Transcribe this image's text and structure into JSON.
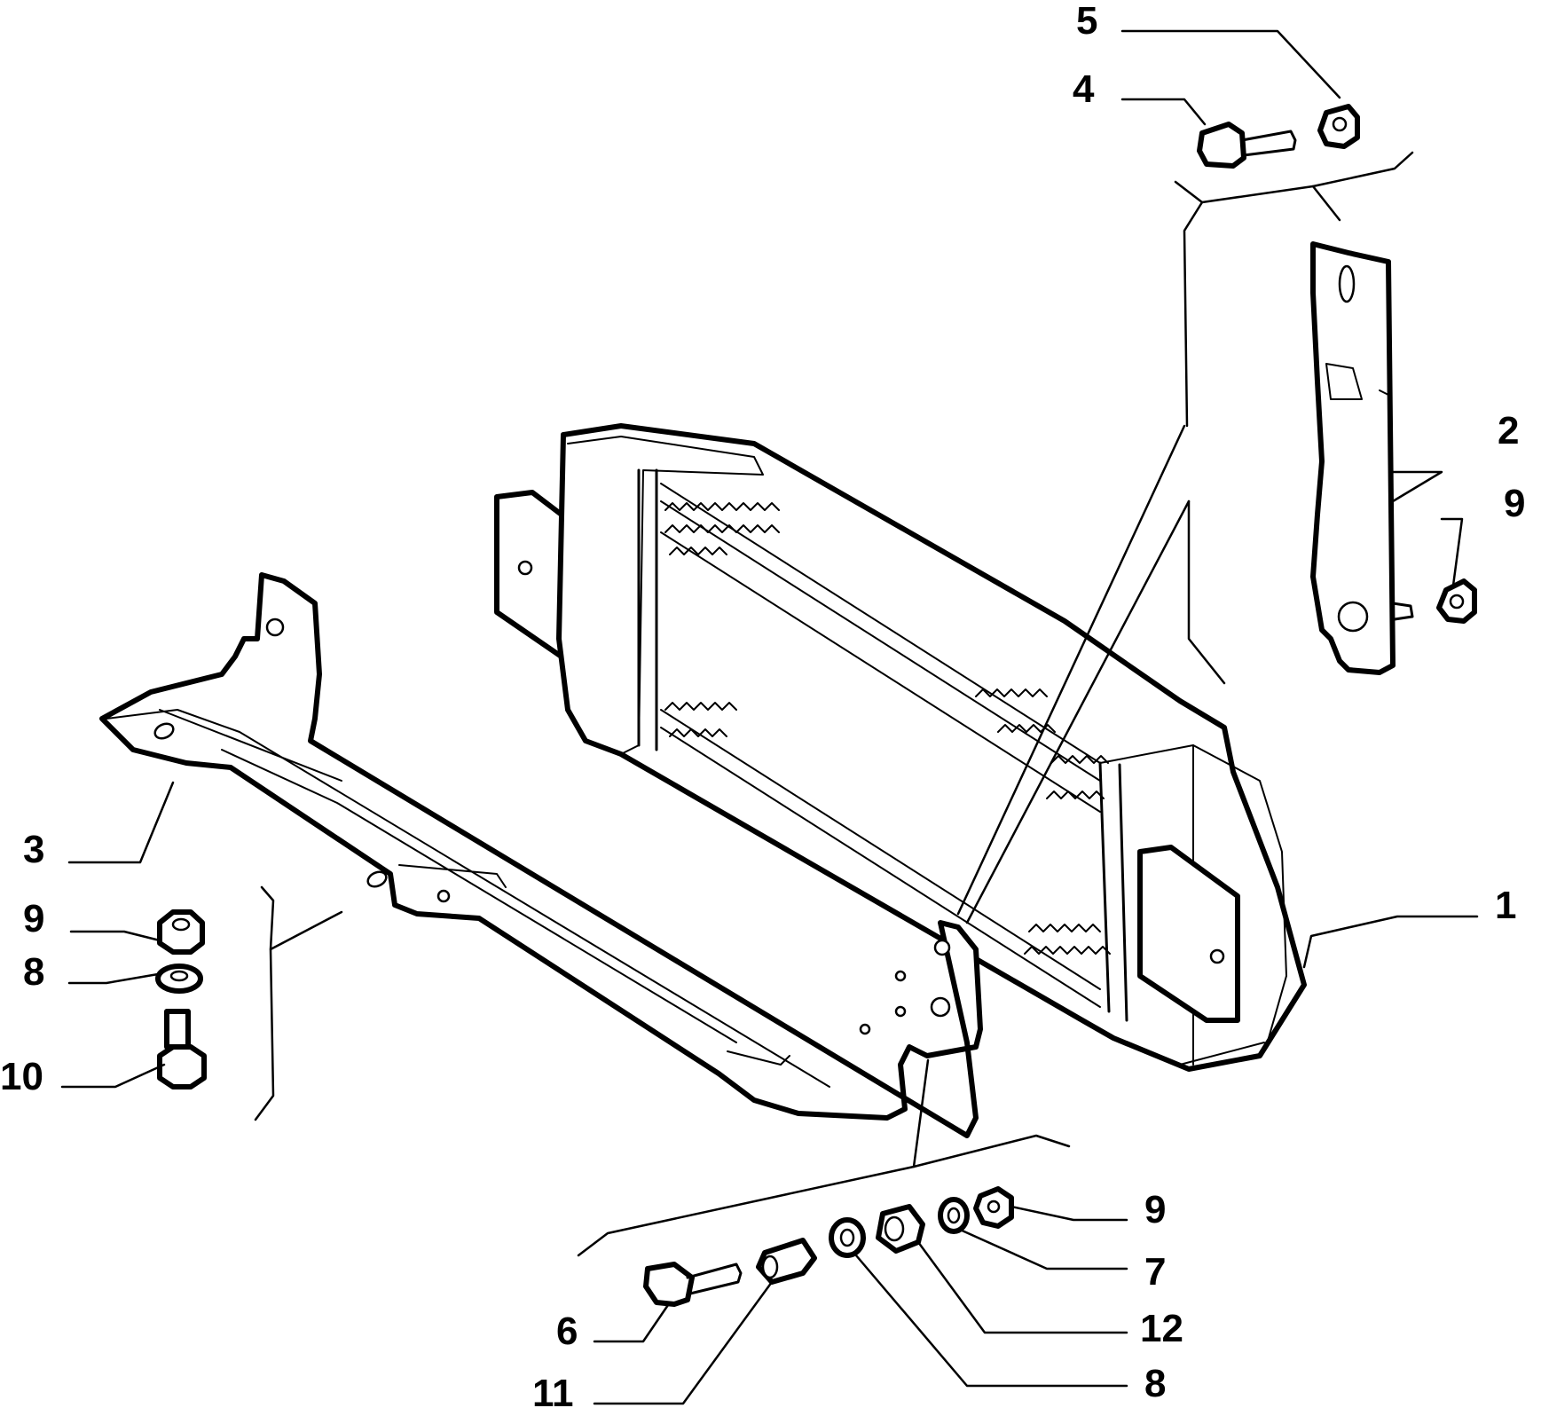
{
  "diagram": {
    "callouts": [
      {
        "id": "c5",
        "label": "5"
      },
      {
        "id": "c4",
        "label": "4"
      },
      {
        "id": "c2",
        "label": "2"
      },
      {
        "id": "c9a",
        "label": "9"
      },
      {
        "id": "c3",
        "label": "3"
      },
      {
        "id": "c9b",
        "label": "9"
      },
      {
        "id": "c8a",
        "label": "8"
      },
      {
        "id": "c10",
        "label": "10"
      },
      {
        "id": "c1",
        "label": "1"
      },
      {
        "id": "c9c",
        "label": "9"
      },
      {
        "id": "c7",
        "label": "7"
      },
      {
        "id": "c6",
        "label": "6"
      },
      {
        "id": "c12",
        "label": "12"
      },
      {
        "id": "c11",
        "label": "11"
      },
      {
        "id": "c8b",
        "label": "8"
      }
    ]
  }
}
